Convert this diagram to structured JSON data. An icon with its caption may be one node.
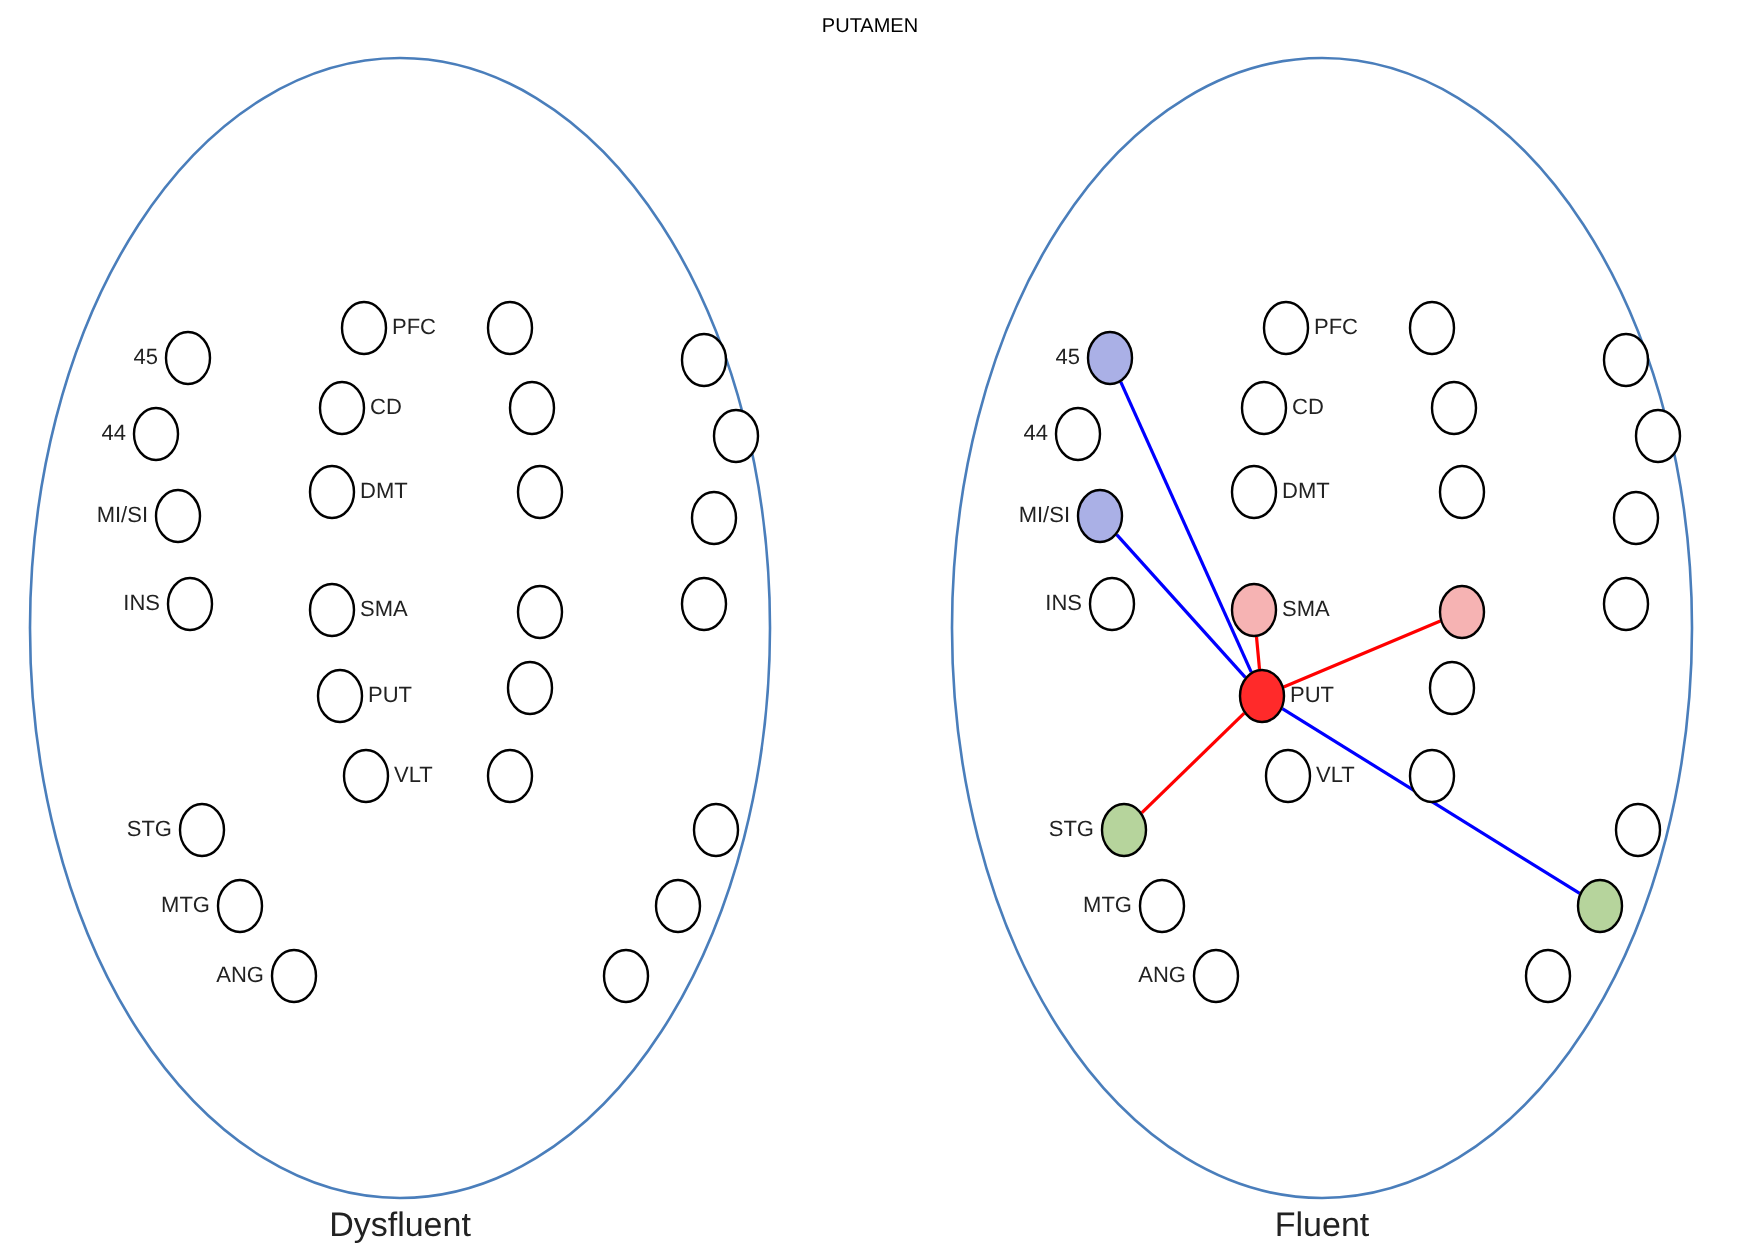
{
  "diagram": {
    "title": "PUTAMEN",
    "nodes": [
      {
        "text": [
          "Dysfluent"
        ]
      },
      {
        "text": [],
        "shape": "circle",
        "beside": [
          "PFC"
        ],
        "in": 0
      },
      {
        "text": [],
        "shape": "circle",
        "in": 0
      },
      {
        "text": [],
        "shape": "circle",
        "beside": [
          "45"
        ],
        "in": 0
      },
      {
        "text": [],
        "shape": "circle",
        "in": 0
      },
      {
        "text": [],
        "shape": "circle",
        "beside": [
          "CD"
        ],
        "in": 0
      },
      {
        "text": [],
        "shape": "circle",
        "in": 0
      },
      {
        "text": [],
        "shape": "circle",
        "beside": [
          "44"
        ],
        "in": 0
      },
      {
        "text": [],
        "shape": "circle",
        "in": 0
      },
      {
        "text": [],
        "shape": "circle",
        "beside": [
          "DMT"
        ],
        "in": 0
      },
      {
        "text": [],
        "shape": "circle",
        "in": 0
      },
      {
        "text": [],
        "shape": "circle",
        "beside": [
          "MI/SI"
        ],
        "in": 0
      },
      {
        "text": [],
        "shape": "circle",
        "in": 0
      },
      {
        "text": [],
        "shape": "circle",
        "beside": [
          "INS"
        ],
        "in": 0
      },
      {
        "text": [],
        "shape": "circle",
        "beside": [
          "SMA"
        ],
        "in": 0
      },
      {
        "text": [],
        "shape": "circle",
        "in": 0
      },
      {
        "text": [],
        "shape": "circle",
        "in": 0
      },
      {
        "text": [],
        "shape": "circle",
        "beside": [
          "PUT"
        ],
        "in": 0
      },
      {
        "text": [],
        "shape": "circle",
        "in": 0
      },
      {
        "text": [],
        "shape": "circle",
        "beside": [
          "VLT"
        ],
        "in": 0
      },
      {
        "text": [],
        "shape": "circle",
        "in": 0
      },
      {
        "text": [],
        "shape": "circle",
        "beside": [
          "STG"
        ],
        "in": 0
      },
      {
        "text": [],
        "shape": "circle",
        "in": 0
      },
      {
        "text": [],
        "shape": "circle",
        "beside": [
          "MTG"
        ],
        "in": 0
      },
      {
        "text": [],
        "shape": "circle",
        "in": 0
      },
      {
        "text": [],
        "shape": "circle",
        "beside": [
          "ANG"
        ],
        "in": 0
      },
      {
        "text": [],
        "shape": "circle",
        "in": 0
      },
      {
        "text": [
          "Fluent"
        ]
      },
      {
        "text": [],
        "shape": "circle",
        "beside": [
          "PFC"
        ],
        "in": 27
      },
      {
        "text": [],
        "shape": "circle",
        "in": 27
      },
      {
        "text": [],
        "shape": "circle",
        "beside": [
          "45"
        ],
        "in": 27
      },
      {
        "text": [],
        "shape": "circle",
        "in": 27
      },
      {
        "text": [],
        "shape": "circle",
        "beside": [
          "CD"
        ],
        "in": 27
      },
      {
        "text": [],
        "shape": "circle",
        "in": 27
      },
      {
        "text": [],
        "shape": "circle",
        "beside": [
          "44"
        ],
        "in": 27
      },
      {
        "text": [],
        "shape": "circle",
        "in": 27
      },
      {
        "text": [],
        "shape": "circle",
        "beside": [
          "DMT"
        ],
        "in": 27
      },
      {
        "text": [],
        "shape": "circle",
        "in": 27
      },
      {
        "text": [],
        "shape": "circle",
        "beside": [
          "MI/SI"
        ],
        "in": 27
      },
      {
        "text": [],
        "shape": "circle",
        "in": 27
      },
      {
        "text": [],
        "shape": "circle",
        "beside": [
          "INS"
        ],
        "in": 27
      },
      {
        "text": [],
        "shape": "circle",
        "beside": [
          "SMA"
        ],
        "in": 27
      },
      {
        "text": [],
        "shape": "circle",
        "in": 27
      },
      {
        "text": [],
        "shape": "circle",
        "in": 27
      },
      {
        "text": [],
        "shape": "circle",
        "beside": [
          "PUT"
        ],
        "in": 27
      },
      {
        "text": [],
        "shape": "circle",
        "in": 27
      },
      {
        "text": [],
        "shape": "circle",
        "beside": [
          "VLT"
        ],
        "in": 27
      },
      {
        "text": [],
        "shape": "circle",
        "in": 27
      },
      {
        "text": [],
        "shape": "circle",
        "beside": [
          "STG"
        ],
        "in": 27
      },
      {
        "text": [],
        "shape": "circle",
        "in": 27
      },
      {
        "text": [],
        "shape": "circle",
        "beside": [
          "MTG"
        ],
        "in": 27
      },
      {
        "text": [],
        "shape": "circle",
        "in": 27
      },
      {
        "text": [],
        "shape": "circle",
        "beside": [
          "ANG"
        ],
        "in": 27
      },
      {
        "text": [],
        "shape": "circle",
        "in": 27
      }
    ],
    "edges": [
      {
        "from": 30,
        "to": 44,
        "arrow": "none",
        "color": "#0000ff"
      },
      {
        "from": 38,
        "to": 44,
        "arrow": "none",
        "color": "#0000ff"
      },
      {
        "from": 41,
        "to": 44,
        "arrow": "none",
        "color": "#ff0000"
      },
      {
        "from": 42,
        "to": 44,
        "arrow": "none",
        "color": "#ff0000"
      },
      {
        "from": 48,
        "to": 44,
        "arrow": "none",
        "color": "#ff0000"
      },
      {
        "from": 44,
        "to": 51,
        "arrow": "none",
        "color": "#0000ff"
      }
    ]
  }
}
